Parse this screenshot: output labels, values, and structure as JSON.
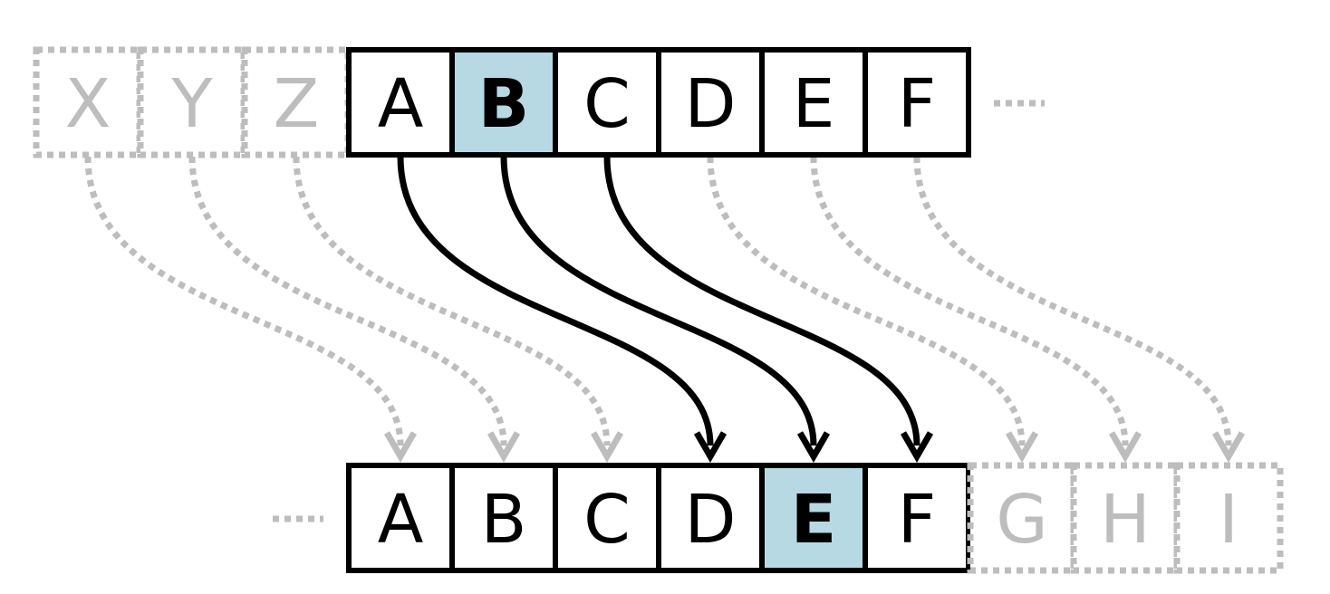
{
  "colors": {
    "highlight": "#b7d9e4",
    "solid": "#000000",
    "ghost": "#bdbdbd",
    "cell_fill": "#ffffff"
  },
  "plain_alphabet": {
    "leading_ghost": [
      "X",
      "Y",
      "Z"
    ],
    "letters": [
      "A",
      "B",
      "C",
      "D",
      "E",
      "F"
    ],
    "highlighted": "B",
    "trailing_ellipsis": true
  },
  "cipher_alphabet": {
    "leading_ellipsis": true,
    "letters": [
      "A",
      "B",
      "C",
      "D",
      "E",
      "F"
    ],
    "trailing_ghost": [
      "G",
      "H",
      "I"
    ],
    "highlighted": "E"
  },
  "shift": 3,
  "mappings": [
    {
      "from": "X",
      "to": "A",
      "style": "ghost"
    },
    {
      "from": "Y",
      "to": "B",
      "style": "ghost"
    },
    {
      "from": "Z",
      "to": "C",
      "style": "ghost"
    },
    {
      "from": "A",
      "to": "D",
      "style": "solid"
    },
    {
      "from": "B",
      "to": "E",
      "style": "solid"
    },
    {
      "from": "C",
      "to": "F",
      "style": "solid"
    },
    {
      "from": "D",
      "to": "G",
      "style": "ghost"
    },
    {
      "from": "E",
      "to": "H",
      "style": "ghost"
    },
    {
      "from": "F",
      "to": "I",
      "style": "ghost"
    }
  ]
}
